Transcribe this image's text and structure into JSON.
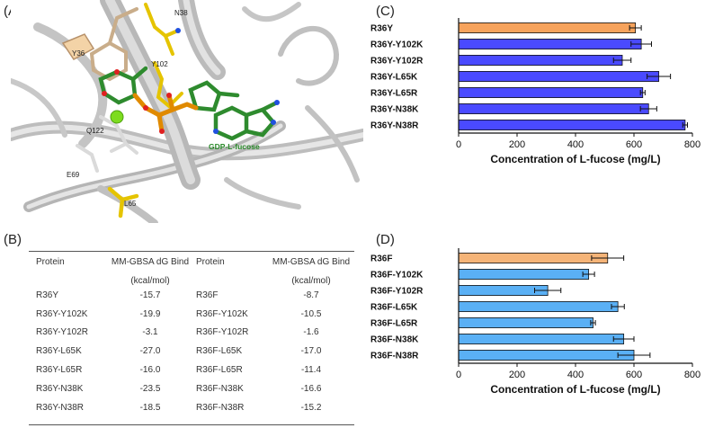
{
  "panel_labels": {
    "a": "(A)",
    "b": "(B)",
    "c": "(C)",
    "d": "(D)"
  },
  "structure_labels": {
    "n38": "N38",
    "y36": "Y36",
    "y102": "Y102",
    "q122": "Q122",
    "e69": "E69",
    "l65": "L65",
    "ligand": "GDP-L-fucose"
  },
  "colors": {
    "ribbon": "#c8c8c8",
    "carbon": "#2e8b2e",
    "phosphate": "#e08a00",
    "residue": "#e5c400",
    "y36": "#c9ad8a",
    "ion": "#7ddc1f",
    "bar_parent_c": "#f7a35c",
    "bar_variant_c": "#4a4aff",
    "bar_parent_d": "#f5b478",
    "bar_variant_d": "#5ab0f5",
    "ligand_text": "#2a8a2a"
  },
  "table": {
    "headers": {
      "protein1": "Protein",
      "energy1_l1": "MM-GBSA dG Bind",
      "energy1_l2": "(kcal/mol)",
      "protein2": "Protein",
      "energy2_l1": "MM-GBSA dG Bind",
      "energy2_l2": "(kcal/mol)"
    },
    "rows": [
      [
        "R36Y",
        "-15.7",
        "R36F",
        "-8.7"
      ],
      [
        "R36Y-Y102K",
        "-19.9",
        "R36F-Y102K",
        "-10.5"
      ],
      [
        "R36Y-Y102R",
        "-3.1",
        "R36F-Y102R",
        "-1.6"
      ],
      [
        "R36Y-L65K",
        "-27.0",
        "R36F-L65K",
        "-17.0"
      ],
      [
        "R36Y-L65R",
        "-16.0",
        "R36F-L65R",
        "-11.4"
      ],
      [
        "R36Y-N38K",
        "-23.5",
        "R36F-N38K",
        "-16.6"
      ],
      [
        "R36Y-N38R",
        "-18.5",
        "R36F-N38R",
        "-15.2"
      ]
    ]
  },
  "chart_data": [
    {
      "type": "bar",
      "orientation": "horizontal",
      "panel": "(C)",
      "categories": [
        "R36Y",
        "R36Y-Y102K",
        "R36Y-Y102R",
        "R36Y-L65K",
        "R36Y-L65R",
        "R36Y-N38K",
        "R36Y-N38R"
      ],
      "values": [
        605,
        625,
        560,
        685,
        630,
        650,
        775
      ],
      "errors": [
        20,
        35,
        30,
        40,
        8,
        28,
        8
      ],
      "xlabel": "Concentration of L-fucose (mg/L)",
      "xlim": [
        0,
        800
      ],
      "xticks": [
        0,
        200,
        400,
        600,
        800
      ]
    },
    {
      "type": "bar",
      "orientation": "horizontal",
      "panel": "(D)",
      "categories": [
        "R36F",
        "R36F-Y102K",
        "R36F-Y102R",
        "R36F-L65K",
        "R36F-L65R",
        "R36F-N38K",
        "R36F-N38R"
      ],
      "values": [
        510,
        445,
        305,
        545,
        460,
        565,
        600
      ],
      "errors": [
        55,
        20,
        45,
        22,
        8,
        35,
        55
      ],
      "xlabel": "Concentration of L-fucose (mg/L)",
      "xlim": [
        0,
        800
      ],
      "xticks": [
        0,
        200,
        400,
        600,
        800
      ]
    }
  ]
}
